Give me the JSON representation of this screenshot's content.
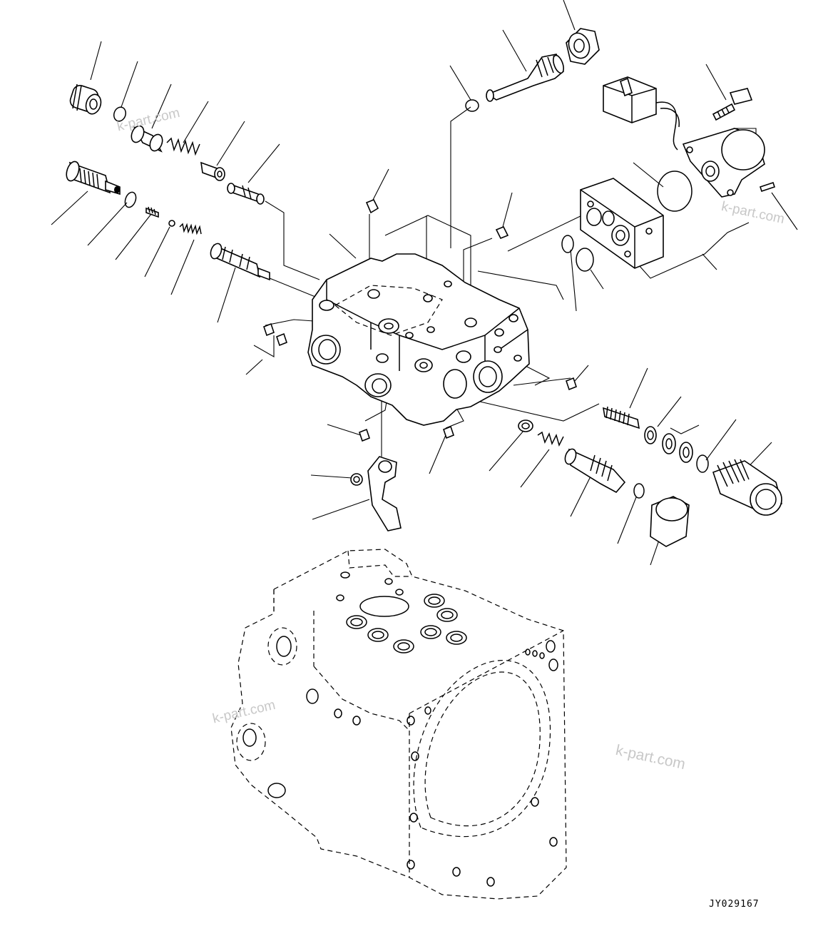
{
  "figure_number": "JY029167",
  "watermarks": [
    "k-part.com",
    "k-part.com",
    "k-part.com",
    "k-part.com"
  ],
  "colors": {
    "line": "#000000",
    "background": "#ffffff",
    "watermark": "#c8c8c8"
  }
}
